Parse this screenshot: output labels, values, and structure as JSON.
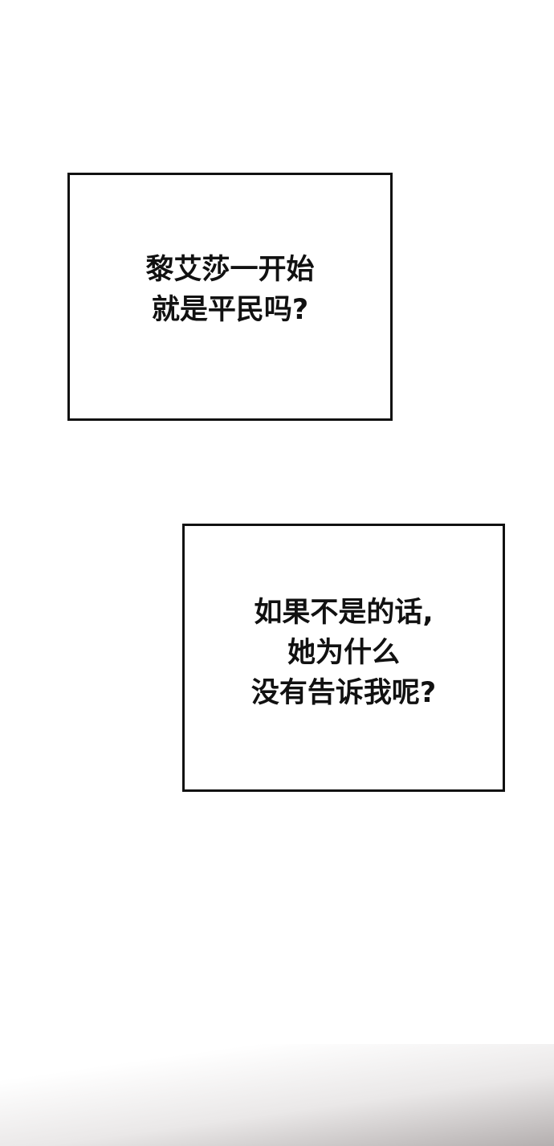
{
  "panels": [
    {
      "lines": [
        "黎艾莎一开始",
        "就是平民吗?"
      ]
    },
    {
      "lines": [
        "如果不是的话,",
        "她为什么",
        "没有告诉我呢?"
      ]
    }
  ]
}
